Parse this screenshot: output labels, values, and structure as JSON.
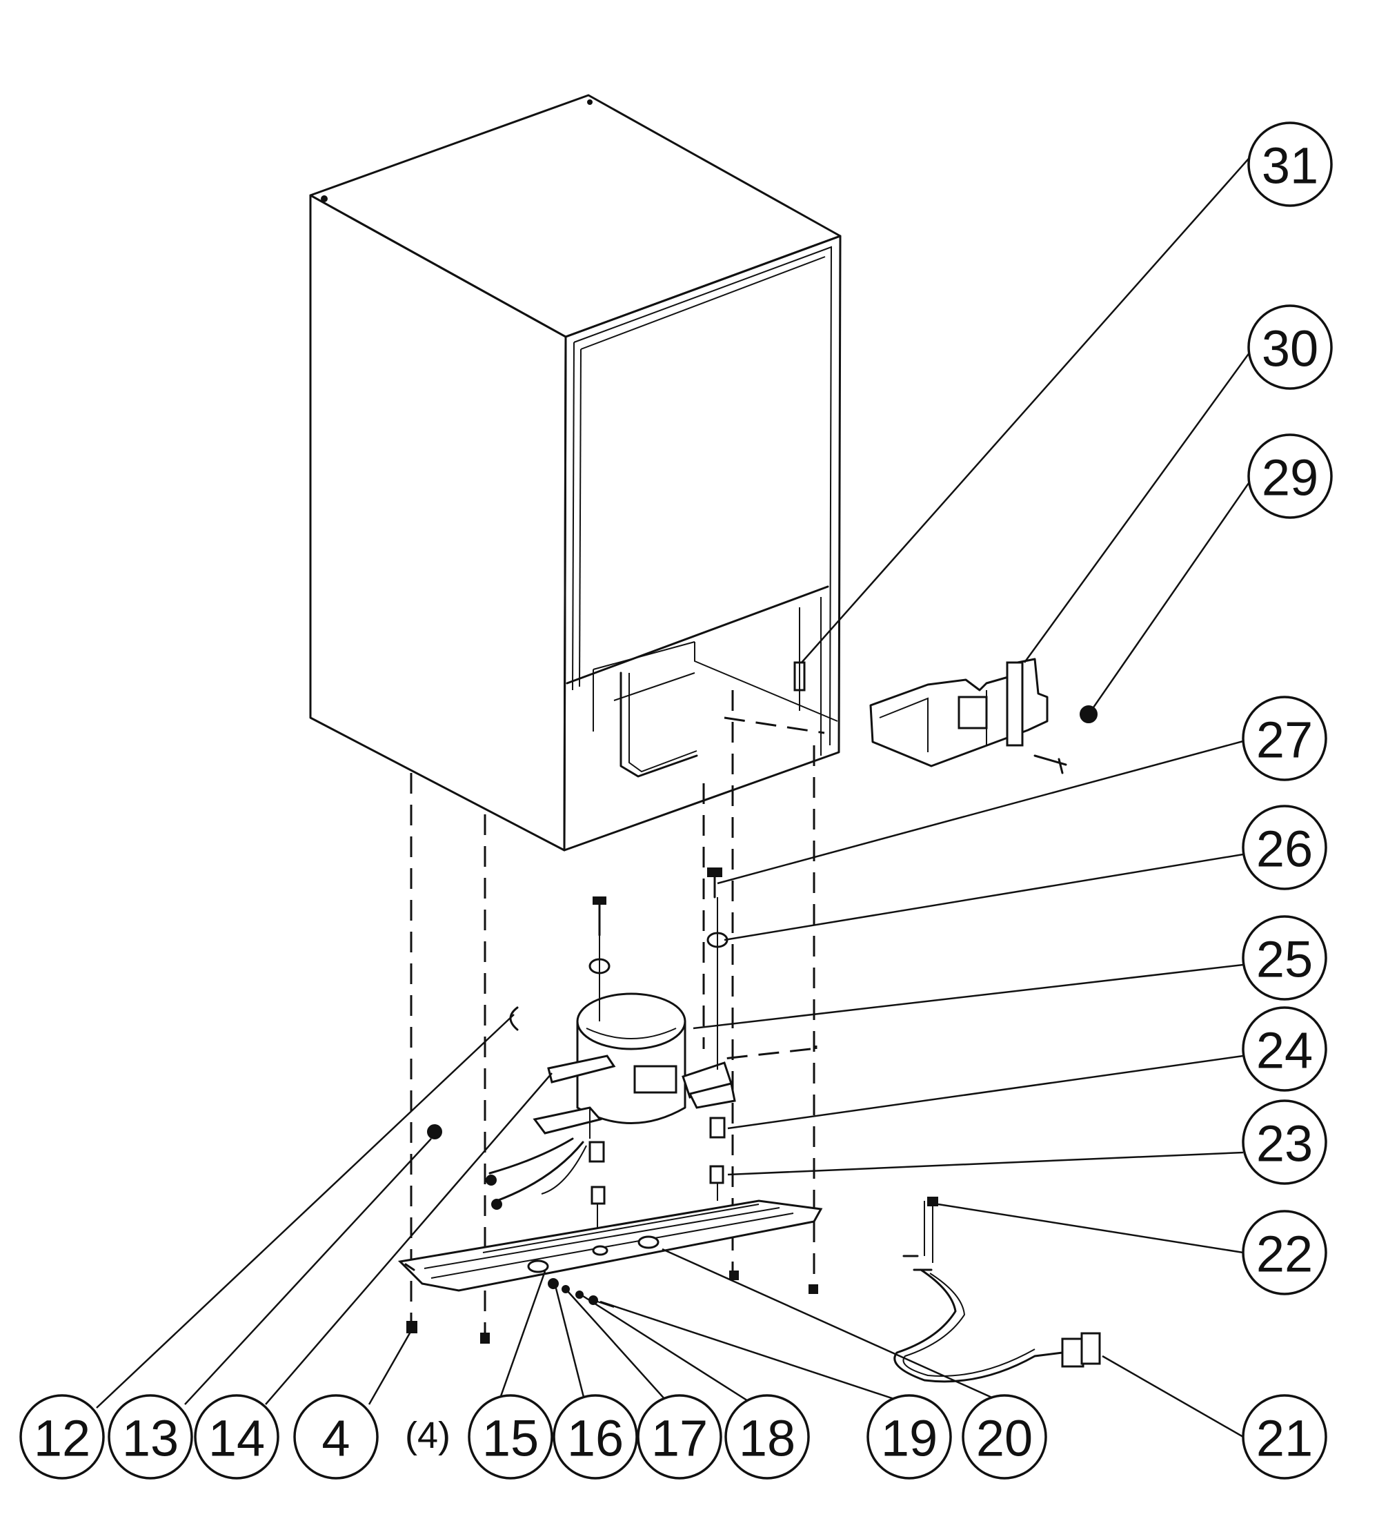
{
  "callouts": [
    {
      "id": "c31",
      "label": "31"
    },
    {
      "id": "c30",
      "label": "30"
    },
    {
      "id": "c29",
      "label": "29"
    },
    {
      "id": "c27",
      "label": "27"
    },
    {
      "id": "c26",
      "label": "26"
    },
    {
      "id": "c25",
      "label": "25"
    },
    {
      "id": "c24",
      "label": "24"
    },
    {
      "id": "c23",
      "label": "23"
    },
    {
      "id": "c22",
      "label": "22"
    },
    {
      "id": "c21",
      "label": "21"
    },
    {
      "id": "c12",
      "label": "12"
    },
    {
      "id": "c13",
      "label": "13"
    },
    {
      "id": "c14",
      "label": "14"
    },
    {
      "id": "c4",
      "label": "4"
    },
    {
      "id": "c15",
      "label": "15"
    },
    {
      "id": "c16",
      "label": "16"
    },
    {
      "id": "c17",
      "label": "17"
    },
    {
      "id": "c18",
      "label": "18"
    },
    {
      "id": "c19",
      "label": "19"
    },
    {
      "id": "c20",
      "label": "20"
    }
  ],
  "quantity_note": "(4)"
}
